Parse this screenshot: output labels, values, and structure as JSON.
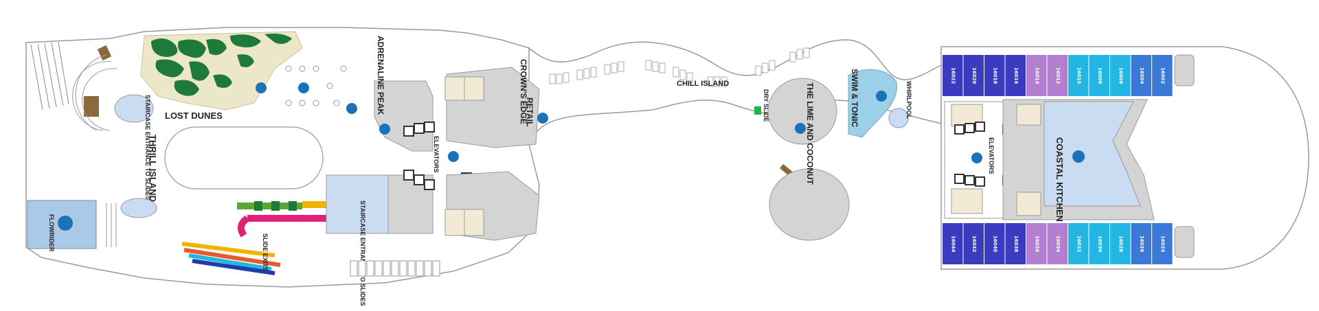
{
  "map": {
    "labels": {
      "lost_dunes": "LOST DUNES",
      "staircase_slides_top": "STAIRCASE ENTRANCE TO SLIDES",
      "thrill_island": "THRILL ISLAND",
      "flowrider": "FLOWRIDER",
      "adrenaline_peak": "ADRENALINE PEAK",
      "crowns_edge": "CROWN'S EDGE",
      "retail": "RETAIL",
      "elevators_mid": "ELEVATORS",
      "staircase_slides_bottom": "STAIRCASE ENTRANCE TO SLIDES",
      "slide_exits": "SLIDE EXITS",
      "chill_island": "CHILL ISLAND",
      "dry_slide": "DRY SLIDE",
      "lime_coconut": "THE LIME AND COCONUT",
      "swim_tonic": "SWIM & TONIC",
      "whirlpool": "WHIRLPOOL",
      "elevators_aft": "ELEVATORS",
      "coastal_kitchen": "COASTAL KITCHEN"
    },
    "cabins_top": [
      {
        "num": "16022",
        "color": "#3b3bbf"
      },
      {
        "num": "16020",
        "color": "#3b3bbf"
      },
      {
        "num": "16018",
        "color": "#3b3bbf"
      },
      {
        "num": "16016",
        "color": "#3b3bbf"
      },
      {
        "num": "16014",
        "color": "#b57fd1"
      },
      {
        "num": "16012",
        "color": "#b57fd1"
      },
      {
        "num": "16010",
        "color": "#24b6e3"
      },
      {
        "num": "16008",
        "color": "#24b6e3"
      },
      {
        "num": "16006",
        "color": "#24b6e3"
      },
      {
        "num": "16004",
        "color": "#3b79d8"
      },
      {
        "num": "16002",
        "color": "#3b79d8"
      }
    ],
    "cabins_bottom": [
      {
        "num": "16044",
        "color": "#3b3bbf"
      },
      {
        "num": "16042",
        "color": "#3b3bbf"
      },
      {
        "num": "16040",
        "color": "#3b3bbf"
      },
      {
        "num": "16038",
        "color": "#3b3bbf"
      },
      {
        "num": "16036",
        "color": "#b57fd1"
      },
      {
        "num": "16034",
        "color": "#b57fd1"
      },
      {
        "num": "16032",
        "color": "#24b6e3"
      },
      {
        "num": "16030",
        "color": "#24b6e3"
      },
      {
        "num": "16028",
        "color": "#24b6e3"
      },
      {
        "num": "16026",
        "color": "#3b79d8"
      },
      {
        "num": "16024",
        "color": "#3b79d8"
      }
    ],
    "colors": {
      "deck_outline": "#9a9a9a",
      "venue_gray": "#d4d4d4",
      "pool_blue": "#c9dcf2",
      "marker_blue": "#1a73b8",
      "minigolf_green": "#1f7a3a",
      "minigolf_sand": "#ece7c8"
    }
  }
}
